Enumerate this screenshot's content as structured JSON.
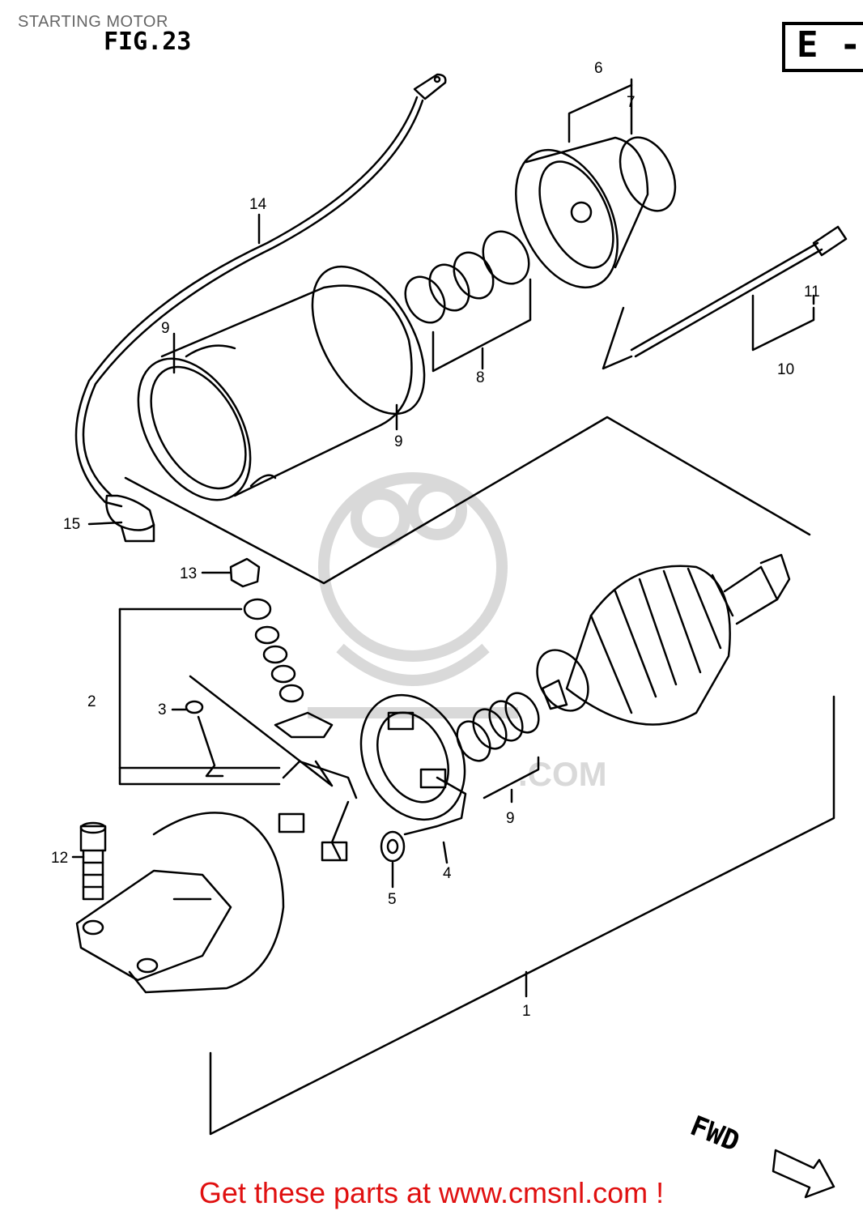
{
  "header": {
    "page_title": "STARTING MOTOR",
    "figure_label": "FIG.23",
    "section_label": "E -"
  },
  "watermark": {
    "text": ".COM"
  },
  "callouts": {
    "c1": "1",
    "c2": "2",
    "c3": "3",
    "c4": "4",
    "c5": "5",
    "c6": "6",
    "c7": "7",
    "c8": "8",
    "c9a": "9",
    "c9b": "9",
    "c9c": "9",
    "c10": "10",
    "c11": "11",
    "c12": "12",
    "c13": "13",
    "c14": "14",
    "c15": "15"
  },
  "direction": {
    "label": "FWD"
  },
  "footer": {
    "link_text": "Get these parts at www.cmsnl.com !"
  },
  "colors": {
    "line": "#000000",
    "watermark": "#d9d9d9",
    "footer": "#e01010"
  }
}
